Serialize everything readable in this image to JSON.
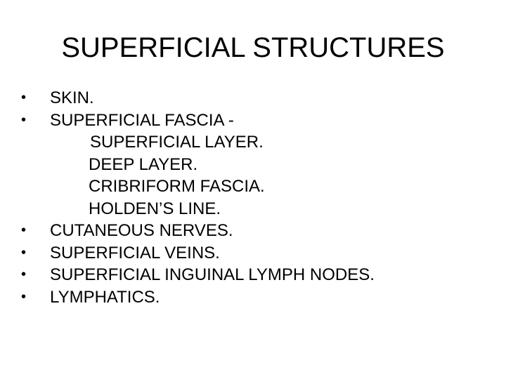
{
  "slide": {
    "title": "SUPERFICIAL STRUCTURES",
    "bullet_glyph": "•",
    "items": [
      {
        "text": "SKIN."
      },
      {
        "text": "SUPERFICIAL FASCIA -"
      },
      {
        "text": "SUPERFICIAL LAYER."
      },
      {
        "text": "DEEP LAYER."
      },
      {
        "text": "CRIBRIFORM FASCIA."
      },
      {
        "text": "HOLDEN’S LINE."
      },
      {
        "text": "CUTANEOUS NERVES."
      },
      {
        "text": "SUPERFICIAL VEINS."
      },
      {
        "text": "SUPERFICIAL INGUINAL LYMPH NODES."
      },
      {
        "text": "LYMPHATICS."
      }
    ]
  }
}
